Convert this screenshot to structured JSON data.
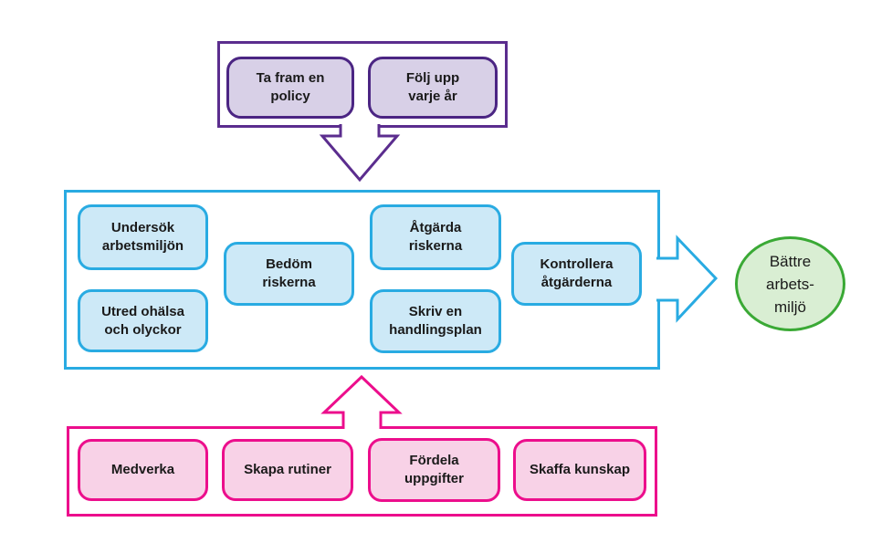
{
  "colors": {
    "purple_outline": "#5b2d8e",
    "purple_box_border": "#4b2583",
    "purple_box_fill": "#d8d0e7",
    "blue": "#29abe2",
    "blue_box_fill": "#cde9f7",
    "pink": "#ec0e8c",
    "pink_box_fill": "#f8d2e7",
    "green": "#3aa935",
    "green_fill": "#d9eed3",
    "text": "#1a1a1a",
    "background": "#ffffff"
  },
  "policy_section": {
    "boxes": [
      {
        "label": "Ta fram en\npolicy"
      },
      {
        "label": "Följ upp\nvarje år"
      }
    ]
  },
  "process_section": {
    "boxes": [
      {
        "label": "Undersök\narbetsmiljön"
      },
      {
        "label": "Utred ohälsa\noch olyckor"
      },
      {
        "label": "Bedöm\nriskerna"
      },
      {
        "label": "Åtgärda\nriskerna"
      },
      {
        "label": "Skriv en\nhandlingsplan"
      },
      {
        "label": "Kontrollera\nåtgärderna"
      }
    ]
  },
  "foundation_section": {
    "boxes": [
      {
        "label": "Medverka"
      },
      {
        "label": "Skapa rutiner"
      },
      {
        "label": "Fördela\nuppgifter"
      },
      {
        "label": "Skaffa kunskap"
      }
    ]
  },
  "outcome": {
    "label": "Bättre\narbets-\nmiljö"
  }
}
